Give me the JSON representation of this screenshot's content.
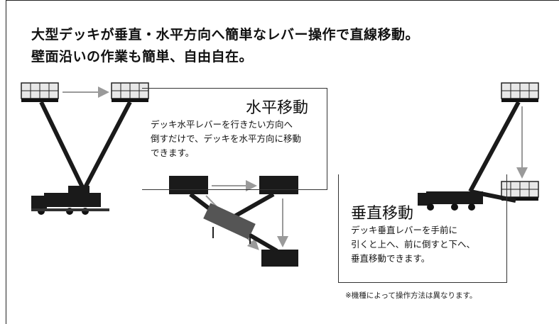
{
  "headline": {
    "line1": "大型デッキが垂直・水平方向へ簡単なレバー操作で直線移動。",
    "line2": "壁面沿いの作業も簡単、自由自在。"
  },
  "horizontal": {
    "title": "水平移動",
    "lines": [
      "デッキ水平レバーを行きたい方向へ",
      "倒すだけで、デッキを水平方向に移動",
      "できます。"
    ]
  },
  "vertical": {
    "title": "垂直移動",
    "lines": [
      "デッキ垂直レバーを手前に",
      "引くと上へ、前に倒すと下へ、",
      "垂直移動できます。"
    ]
  },
  "note": "※機種によって操作方法は異なります。",
  "colors": {
    "text": "#111111",
    "machine": "#1a1a1a",
    "arrow": "#9a9a9a",
    "deck": "#e8e8e8"
  }
}
